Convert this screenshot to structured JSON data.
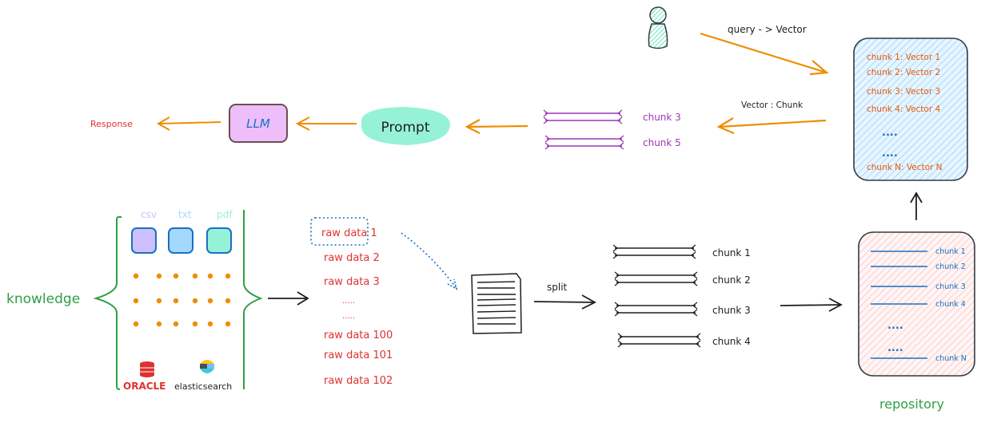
{
  "colors": {
    "orange_arrow": "#f08c00",
    "black_arrow": "#1e1e1e",
    "red_text": "#e03131",
    "orange_text": "#e8590c",
    "purple": "#9c36b5",
    "blue": "#1971c2",
    "green": "#2f9e44",
    "llm_fill": "#eebefa",
    "prompt_fill": "#96f2d7",
    "vector_store_fill": "#a5d8ff",
    "repository_fill": "#ffc9c9",
    "user_fill": "#96f2d7",
    "csv_fill": "#d0bfff",
    "txt_fill": "#a5d8ff",
    "pdf_fill": "#96f2d7",
    "dots": "#f08c00",
    "oracle_red": "#e03131"
  },
  "query_flow": {
    "user_icon": "user-icon",
    "query_label": "query - > Vector",
    "vector_chunk_label": "Vector : Chunk"
  },
  "vector_store": {
    "items": [
      "chunk 1: Vector 1",
      "chunk 2: Vector 2",
      "chunk 3: Vector 3",
      "chunk 4: Vector 4",
      "....",
      "....",
      "chunk N: Vector N"
    ]
  },
  "retrieved_chunks": [
    "chunk 3",
    "chunk 5"
  ],
  "prompt_label": "Prompt",
  "llm_label": "LLM",
  "response_label": "Response",
  "knowledge": {
    "label": "knowledge",
    "file_types": [
      "csv",
      "txt",
      "pdf"
    ],
    "sources": [
      "ORACLE",
      "elasticsearch"
    ]
  },
  "raw_data": {
    "items": [
      "raw data 1",
      "raw data 2",
      "raw data 3",
      ".....",
      ".....",
      "raw data 100",
      "raw data 101",
      "raw data 102"
    ]
  },
  "split_label": "split",
  "split_chunks": [
    "chunk 1",
    "chunk 2",
    "chunk 3",
    "chunk 4"
  ],
  "repository": {
    "label": "repository",
    "items": [
      "chunk 1",
      "chunk 2",
      "chunk 3",
      "chunk 4",
      "....",
      "....",
      "chunk N"
    ]
  }
}
